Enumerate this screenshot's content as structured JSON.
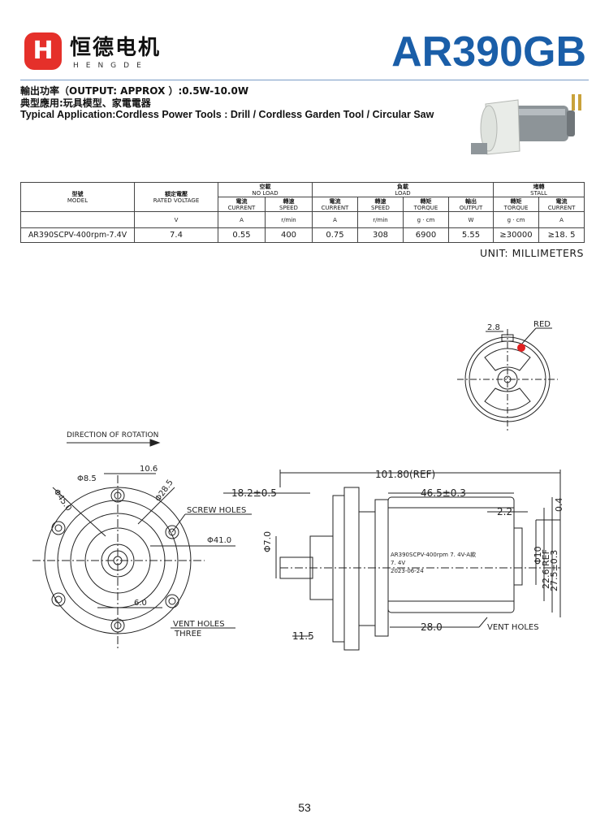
{
  "brand": {
    "logo_letter": "H",
    "name_cn": "恒德电机",
    "name_en": "HENGDE"
  },
  "model": "AR390GB",
  "specs": {
    "output_power": "輸出功率（OUTPUT: APPROX ）:0.5W-10.0W",
    "application_cn": "典型應用:玩具模型、家電電器",
    "application_en": "Typical Application:Cordless Power Tools : Drill / Cordless Garden Tool / Circular Saw"
  },
  "table": {
    "model_cn": "型號",
    "model_en": "MODEL",
    "rated_voltage_cn": "額定電壓",
    "rated_voltage_en": "RATED VOLTAGE",
    "no_load_cn": "空載",
    "no_load_en": "NO LOAD",
    "load_cn": "負載",
    "load_en": "LOAD",
    "stall_cn": "堵轉",
    "stall_en": "STALL",
    "sub": [
      {
        "cn": "電流",
        "en": "CURRENT"
      },
      {
        "cn": "轉速",
        "en": "SPEED"
      },
      {
        "cn": "電流",
        "en": "CURRENT"
      },
      {
        "cn": "轉速",
        "en": "SPEED"
      },
      {
        "cn": "轉矩",
        "en": "TORQUE"
      },
      {
        "cn": "輸出",
        "en": "OUTPUT"
      },
      {
        "cn": "轉矩",
        "en": "TORQUE"
      },
      {
        "cn": "電流",
        "en": "CURRENT"
      }
    ],
    "units": [
      "V",
      "A",
      "r/min",
      "A",
      "r/min",
      "g · cm",
      "W",
      "g · cm",
      "A"
    ],
    "row": [
      "AR390SCPV-400rpm-7.4V",
      "7.4",
      "0.55",
      "400",
      "0.75",
      "308",
      "6900",
      "5.55",
      "≥30000",
      "≥18. 5"
    ]
  },
  "unit_note": "UNIT: MILLIMETERS",
  "drawing": {
    "dim_2_8": "2.8",
    "red": "RED",
    "direction": "DIRECTION  OF  ROTATION",
    "d10_6": "10.6",
    "d8_5": "Φ8.5",
    "d45": "Φ45.0",
    "d28_5": "Φ28.5",
    "screw_holes": "SCREW HOLES",
    "d41": "Φ41.0",
    "d6": "6.0",
    "vent_holes": "VENT HOLES",
    "three": "THREE",
    "overall": "101.80(REF)",
    "d18_2": "18.2±0.5",
    "d46_5": "46.5±0.3",
    "d2_2": "2.2",
    "d0_4": "0.4",
    "d7": "Φ7.0",
    "label_line1": "AR390SCPV-400rpm 7. 4V-A款",
    "label_line2": "7. 4V",
    "label_line3": "2023-06-24",
    "d10": "Φ10",
    "d22_6": "22.6 REF",
    "d27_5": "27.5±0.3",
    "d11_5": "11.5",
    "d28": "28.0",
    "vent_holes2": "VENT HOLES"
  },
  "page_number": "53"
}
